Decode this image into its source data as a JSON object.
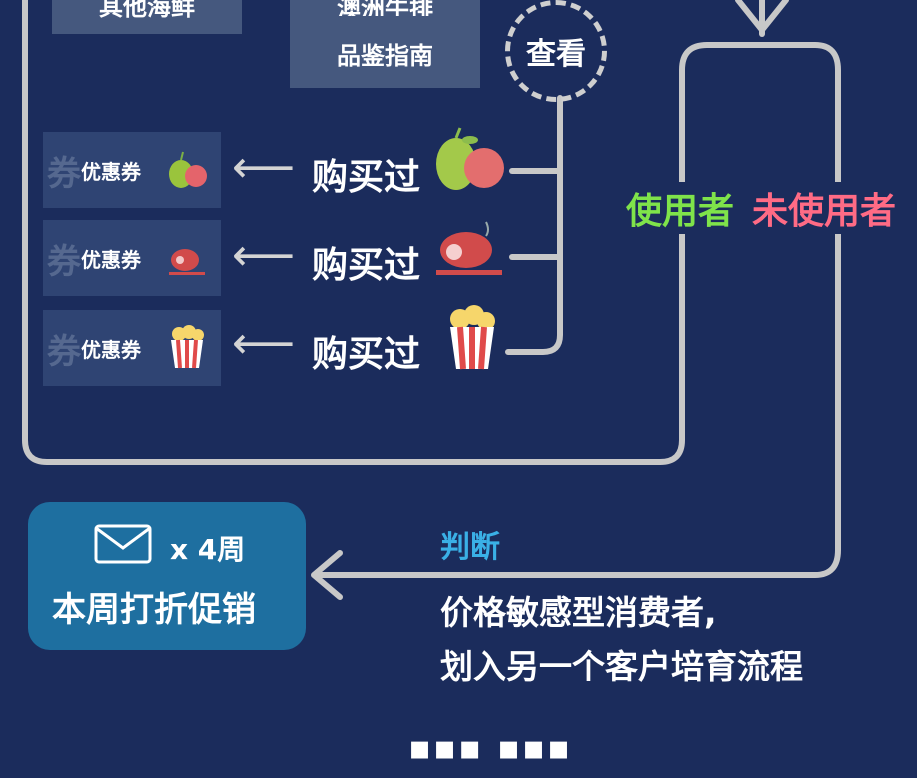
{
  "top_tags": {
    "seafood": "其他海鲜",
    "steak_line1": "澳洲牛排",
    "steak_line2": "品鉴指南"
  },
  "view_button": "查看",
  "coupons": [
    {
      "ghost": "券",
      "label": "优惠券",
      "icon": "fruit-icon"
    },
    {
      "ghost": "券",
      "label": "优惠券",
      "icon": "ham-icon"
    },
    {
      "ghost": "券",
      "label": "优惠券",
      "icon": "popcorn-icon"
    }
  ],
  "bought_label": "购买过",
  "user_types": {
    "used": "使用者",
    "unused": "未使用者"
  },
  "promo": {
    "count": "x 4周",
    "title": "本周打折促销"
  },
  "judge": "判断",
  "description": {
    "line1": "价格敏感型消费者,",
    "line2": "划入另一个客户培育流程"
  },
  "ellipsis": "▪▪▪ ▪▪▪",
  "colors": {
    "background": "#1b2c5c",
    "used": "#7fe34a",
    "unused": "#ff6b85",
    "judge": "#3ab0e6",
    "promo": "#1e6fa0"
  }
}
